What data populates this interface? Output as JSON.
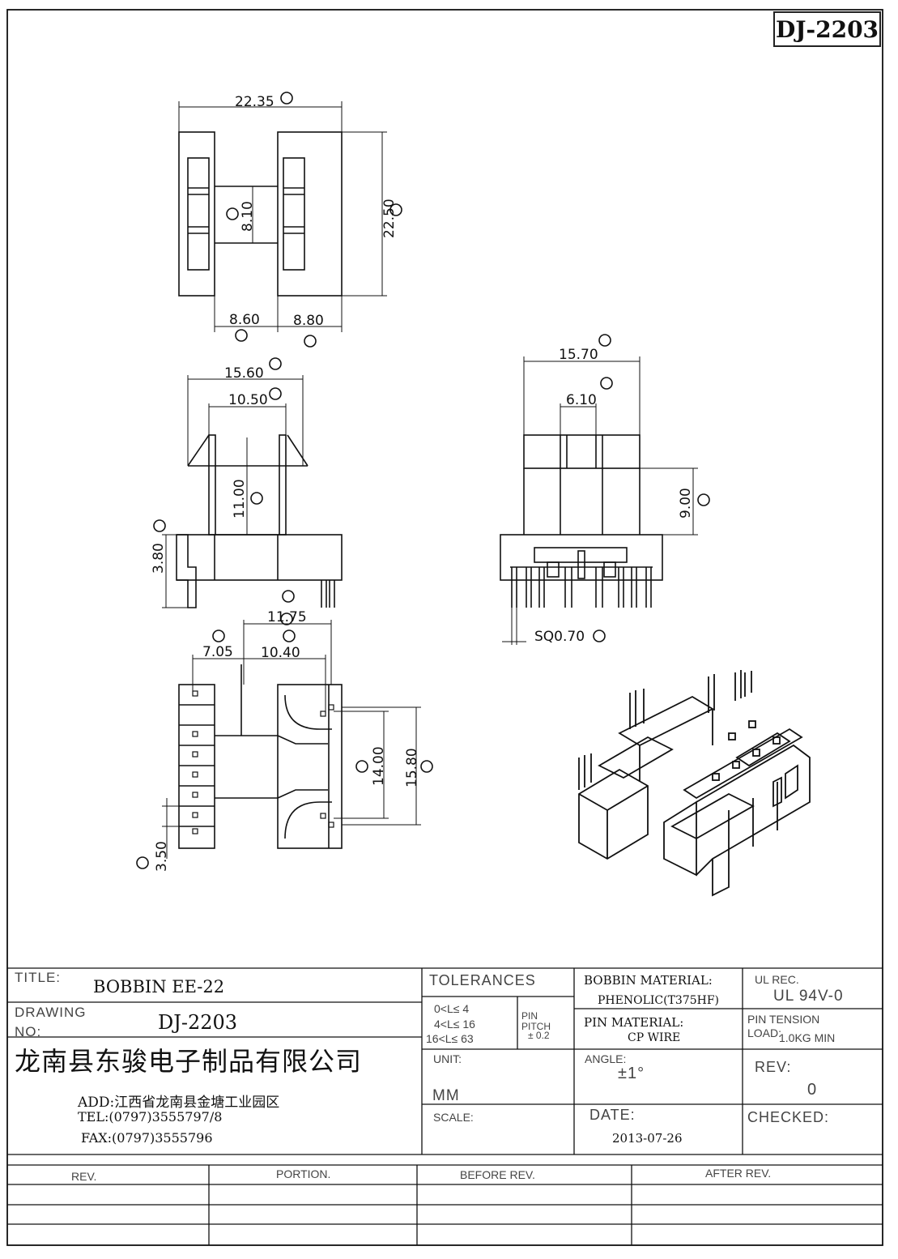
{
  "drawing_code": "DJ-2203",
  "dimensions": {
    "top_width": "22.35",
    "top_height": "22.50",
    "top_center": "8.10",
    "top_left_width": "8.60",
    "top_right_width": "8.80",
    "front_width": "15.60",
    "front_inner": "10.50",
    "front_height": "11.00",
    "front_base": "3.80",
    "side_width": "15.70",
    "side_center": "6.10",
    "side_height": "9.00",
    "pin_size": "SQ0.70",
    "bottom_pitch_total": "11.75",
    "bottom_left": "7.05",
    "bottom_right": "10.40",
    "bottom_pin_span": "14.00",
    "bottom_height": "15.80",
    "bottom_pin_pitch": "3.50"
  },
  "title_block": {
    "title_label": "TITLE:",
    "title_value": "BOBBIN EE-22",
    "drawing_label": "DRAWING",
    "no_label": "NO:",
    "drawing_no": "DJ-2203",
    "company": "龙南县东骏电子制品有限公司",
    "address": "ADD:江西省龙南县金塘工业园区",
    "tel": "TEL:(0797)3555797/8",
    "fax": "FAX:(0797)3555796",
    "tolerances_label": "TOLERANCES",
    "tol_row1": "0<L≤ 4",
    "tol_row2": "4<L≤ 16",
    "tol_row3": "16<L≤ 63",
    "pin_pitch_label1": "PIN",
    "pin_pitch_label2": "PITCH",
    "pin_pitch_value": "± 0.2",
    "unit_label": "UNIT:",
    "unit_value": "MM",
    "scale_label": "SCALE:",
    "bobbin_material_label": "BOBBIN MATERIAL:",
    "bobbin_material_value": "PHENOLIC(T375HF)",
    "pin_material_label": "PIN MATERIAL:",
    "pin_material_value": "CP WIRE",
    "angle_label": "ANGLE:",
    "angle_value": "±1°",
    "date_label": "DATE:",
    "date_value": "2013-07-26",
    "ul_label": "UL REC.",
    "ul_value": "UL 94V-0",
    "pin_tension_label": "PIN TENSION",
    "load_label": "LOAD:",
    "load_value": "1.0KG MIN",
    "rev_label": "REV:",
    "rev_value": "0",
    "checked_label": "CHECKED:"
  },
  "revision_table": {
    "headers": [
      "REV.",
      "PORTION.",
      "BEFORE REV.",
      "AFTER REV."
    ]
  }
}
